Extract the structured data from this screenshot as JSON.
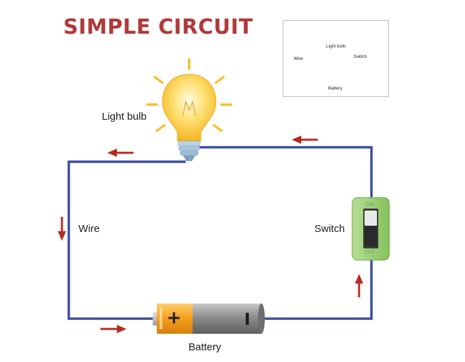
{
  "title": "SIMPLE CIRCUIT",
  "labels": {
    "light_bulb": "Light bulb",
    "wire": "Wire",
    "switch": "Switch",
    "battery": "Battery",
    "battery_plus": "+",
    "battery_minus": "I",
    "switch_on": "ON",
    "switch_off": "OFF"
  },
  "inset": {
    "light_bulb": "Light bulb",
    "wire": "Wire",
    "switch": "Switch",
    "battery": "Battery"
  },
  "colors": {
    "title": "#b03a3a",
    "wire": "#3a4fa0",
    "arrow": "#b52a22",
    "switch_body": "#9ed07a",
    "bulb_glow": "#f6c12a",
    "battery_orange": "#f2a531",
    "battery_gray": "#8a8a8a"
  }
}
